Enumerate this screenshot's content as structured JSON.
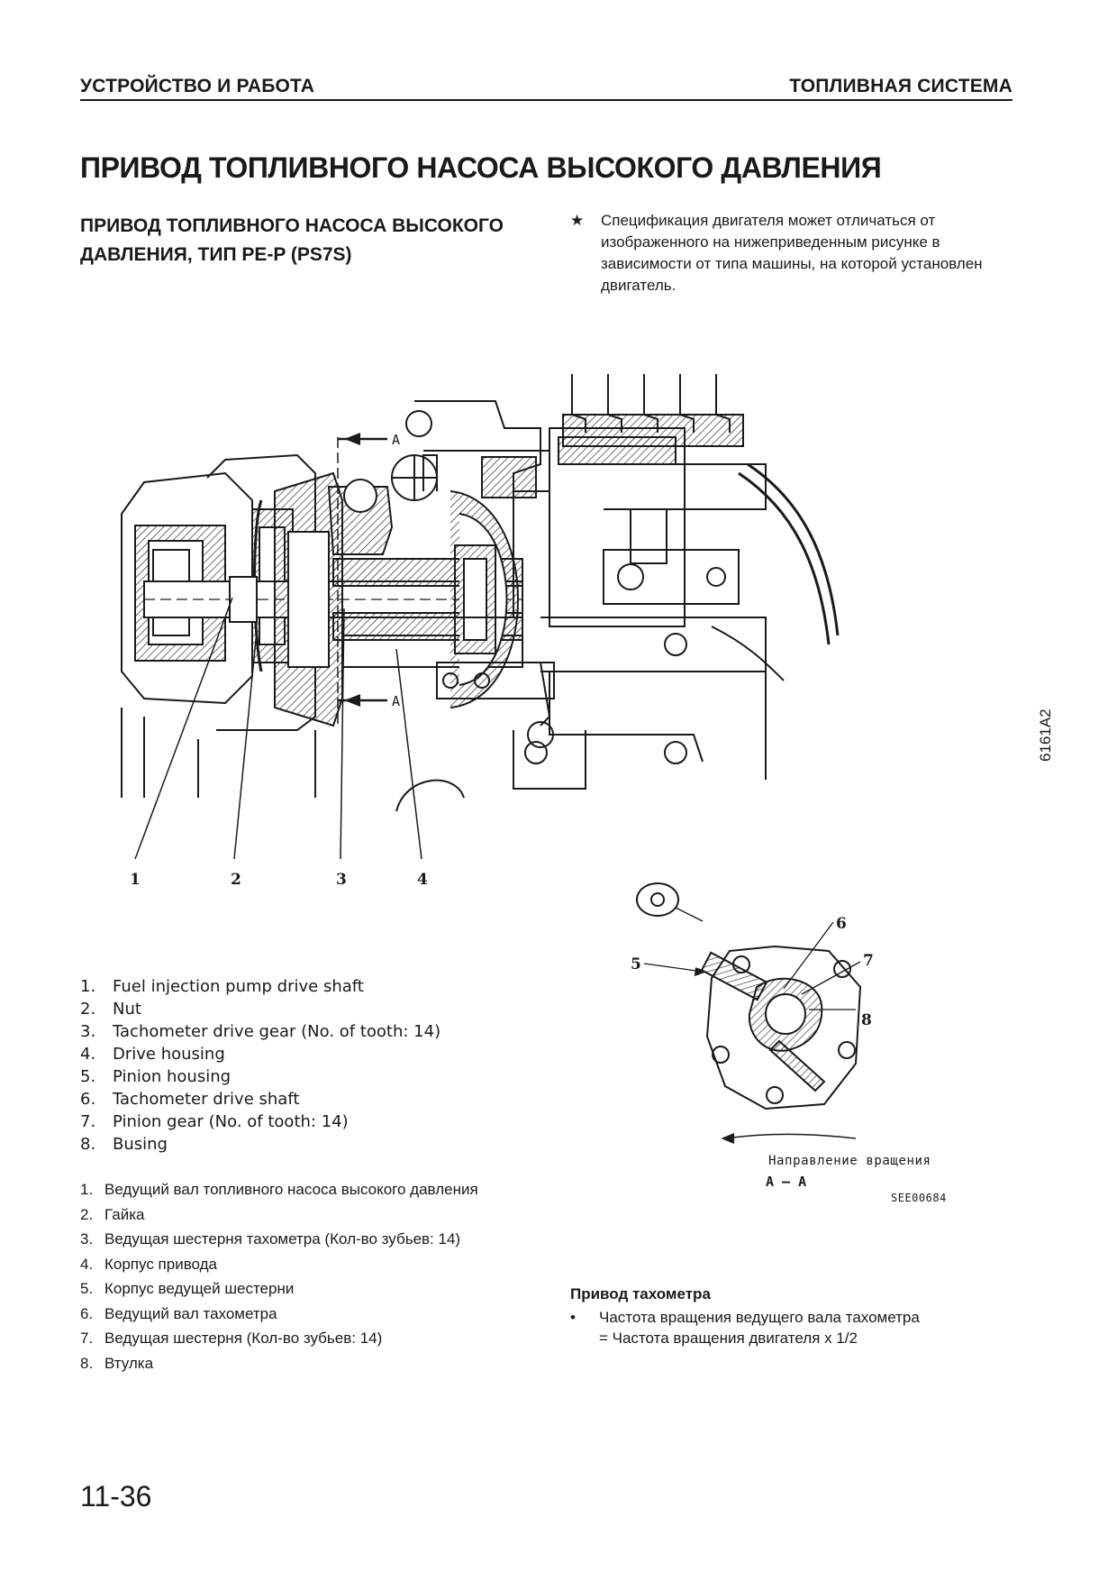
{
  "header": {
    "left": "УСТРОЙСТВО И РАБОТА",
    "right": "ТОПЛИВНАЯ СИСТЕМА"
  },
  "page_title": "ПРИВОД ТОПЛИВНОГО НАСОСА ВЫСОКОГО ДАВЛЕНИЯ",
  "subtitle_lines": [
    "ПРИВОД ТОПЛИВНОГО НАСОСА ВЫСОКОГО",
    "ДАВЛЕНИЯ, ТИП PE-P (PS7S)"
  ],
  "note": {
    "symbol": "★",
    "text": "Спецификация двигателя может отличаться от изображенного на нижеприведенным рисунке в зависимости от типа машины, на которой установлен двигатель."
  },
  "diagram_main": {
    "section_marks": [
      "A",
      "A"
    ],
    "callouts": [
      "1",
      "2",
      "3",
      "4"
    ],
    "side_code": "6161A2"
  },
  "diagram_section": {
    "callouts": [
      "5",
      "6",
      "7",
      "8"
    ],
    "rotation_caption": "Направление вращения",
    "section_label": "A – A",
    "drawing_code": "SEE00684"
  },
  "legend_en": [
    {
      "n": "1.",
      "text": "Fuel injection pump drive shaft"
    },
    {
      "n": "2.",
      "text": "Nut"
    },
    {
      "n": "3.",
      "text": "Tachometer drive gear (No. of tooth: 14)"
    },
    {
      "n": "4.",
      "text": "Drive housing"
    },
    {
      "n": "5.",
      "text": "Pinion housing"
    },
    {
      "n": "6.",
      "text": "Tachometer drive shaft"
    },
    {
      "n": "7.",
      "text": "Pinion gear (No. of tooth: 14)"
    },
    {
      "n": "8.",
      "text": "Busing"
    }
  ],
  "legend_ru": [
    {
      "n": "1.",
      "text": "Ведущий вал топливного насоса высокого давления"
    },
    {
      "n": "2.",
      "text": "Гайка"
    },
    {
      "n": "3.",
      "text": "Ведущая шестерня тахометра (Кол-во зубьев: 14)"
    },
    {
      "n": "4.",
      "text": "Корпус привода"
    },
    {
      "n": "5.",
      "text": "Корпус ведущей шестерни"
    },
    {
      "n": "6.",
      "text": "Ведущий вал тахометра"
    },
    {
      "n": "7.",
      "text": "Ведущая шестерня (Кол-во зубьев: 14)"
    },
    {
      "n": "8.",
      "text": "Втулка"
    }
  ],
  "tachometer": {
    "title": "Привод тахометра",
    "bullet": "•",
    "lines": [
      "Частота вращения ведущего вала тахометра",
      "= Частота вращения двигателя х 1/2"
    ]
  },
  "page_number": "11-36"
}
